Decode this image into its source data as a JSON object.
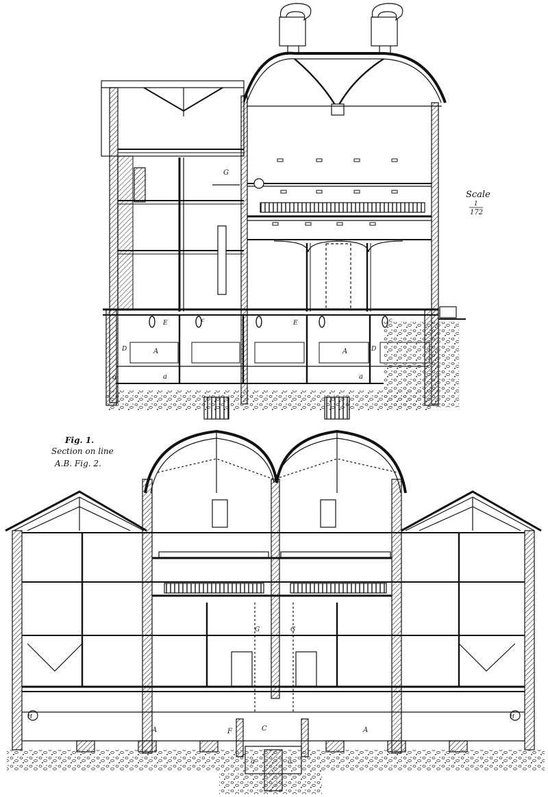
{
  "scale": {
    "word": "Scale",
    "fraction_num": "1",
    "fraction_den": "172"
  },
  "caption": {
    "fig": "Fig. 1.",
    "line1": "Section on line",
    "line2": "A.B.  Fig. 2."
  },
  "labels_top": [
    "G",
    "E",
    "c",
    "E",
    "c",
    "A",
    "A",
    "D",
    "D",
    "a",
    "a",
    "a"
  ],
  "labels_bottom": [
    "G",
    "G",
    "C",
    "A",
    "A",
    "F",
    "a",
    "a",
    "H",
    "H"
  ]
}
